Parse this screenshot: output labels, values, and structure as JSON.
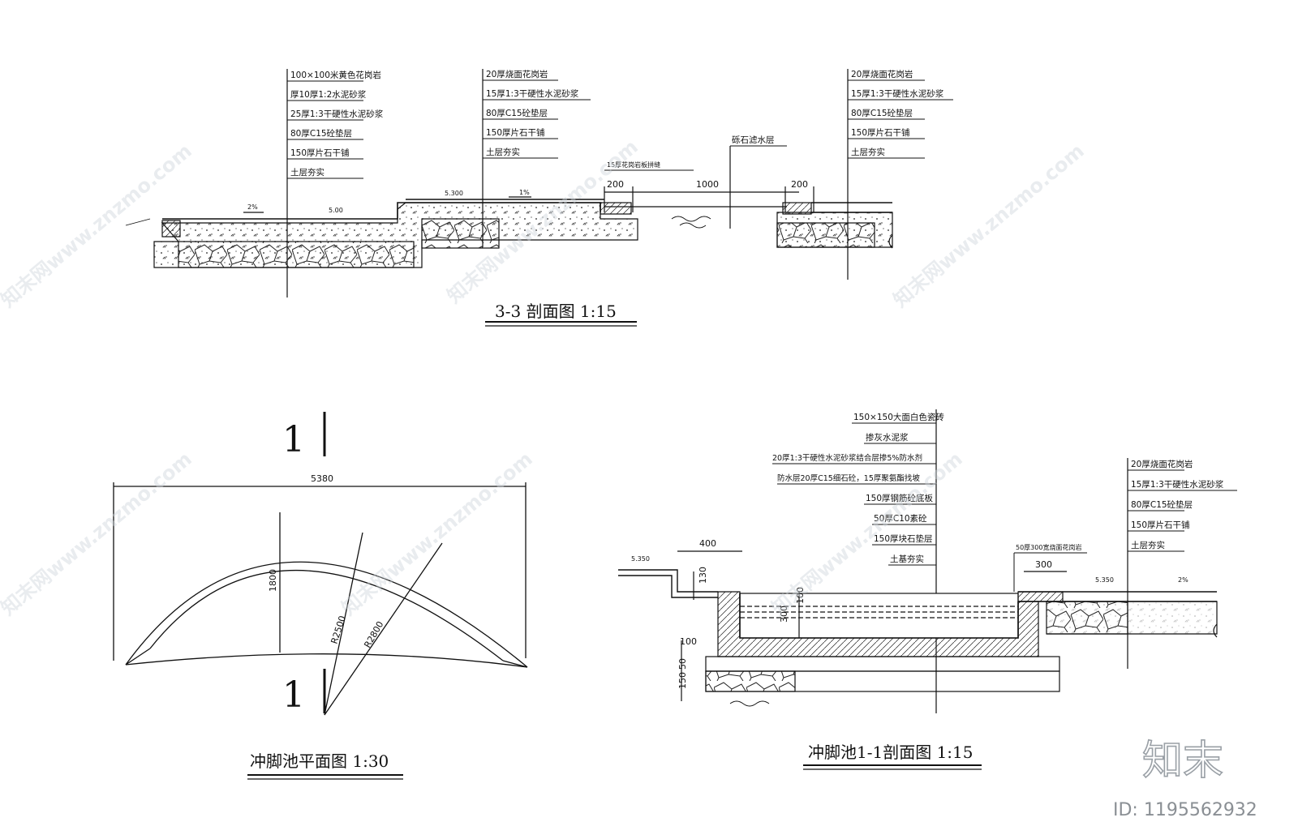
{
  "section_33": {
    "title": "3-3 剖面图  1:15",
    "notes_left": [
      "100×100米黄色花岗岩",
      "厚10厚1:2水泥砂浆",
      "25厚1:3干硬性水泥砂浆",
      "80厚C15砼垫层",
      "150厚片石干铺",
      "土层夯实"
    ],
    "notes_mid": [
      "20厚烧面花岗岩",
      "15厚1:3干硬性水泥砂浆",
      "80厚C15砼垫层",
      "150厚片石干铺",
      "土层夯实"
    ],
    "notes_right": [
      "20厚烧面花岗岩",
      "15厚1:3干硬性水泥砂浆",
      "80厚C15砼垫层",
      "150厚片石干铺",
      "土层夯实"
    ],
    "label_drain": "砾石滤水层",
    "label_slab": "15厚花岗岩板拼缝",
    "dims": [
      "200",
      "1000",
      "200"
    ],
    "slopes": [
      "2%",
      "1%"
    ],
    "levels": [
      "5.00",
      "5.300"
    ]
  },
  "plan": {
    "title": "冲脚池平面图  1:30",
    "section_mark": "1",
    "dims": [
      "5380",
      "1800",
      "R2500",
      "R2800"
    ]
  },
  "section_11": {
    "title": "冲脚池1-1剖面图  1:15",
    "notes_left": [
      "150×150大面白色瓷砖",
      "掺灰水泥浆",
      "20厚1:3干硬性水泥砂浆结合层掺5%防水剂",
      "防水层20厚C15细石砼，15厚聚氨酯找坡",
      "150厚钢筋砼底板",
      "50厚C10素砼",
      "150厚块石垫层",
      "土基夯实"
    ],
    "notes_right": [
      "20厚烧面花岗岩",
      "15厚1:3干硬性水泥砂浆",
      "80厚C15砼垫层",
      "150厚片石干铺",
      "土层夯实"
    ],
    "label_edge": "50厚300宽烧面花岗岩",
    "dims": [
      "400",
      "130",
      "100",
      "300",
      "300",
      "100",
      "150",
      "50"
    ],
    "levels": [
      "5.350",
      "5.350"
    ],
    "slope": "2%"
  },
  "brand": {
    "watermark": "知末网www.znzmo.com",
    "logo": "知末",
    "id": "ID: 1195562932"
  }
}
